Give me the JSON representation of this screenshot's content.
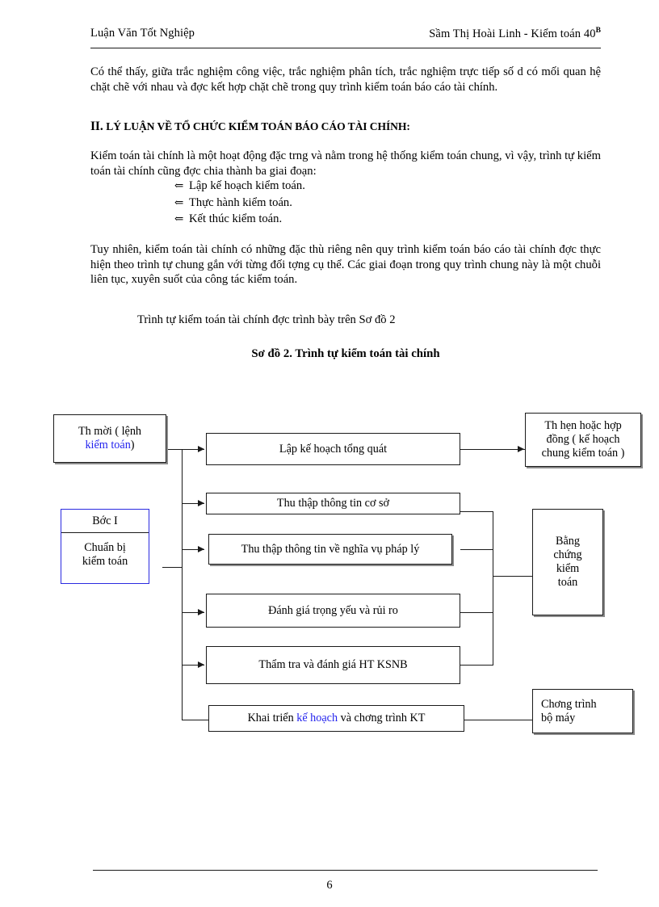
{
  "header": {
    "left": "Luận Văn Tốt Nghiệp",
    "right_name": "Sầm Thị Hoài Linh - Kiểm toán 40",
    "right_sup": "B"
  },
  "body": {
    "para_1": "Có thể thấy, giữa trắc nghiệm công việc, trắc nghiệm phân tích, trắc nghiệm trực tiếp số d   có mối quan hệ chặt chẽ với nhau và đợc   kết hợp chặt chẽ trong quy trình kiểm toán báo cáo tài chính.",
    "heading_2_numeral": "II.",
    "heading_2_text": "LÝ LUẬN VỀ TỔ CHỨC KIỂM TOÁN BÁO CÁO TÀI CHÍNH:",
    "para_2": "Kiểm toán tài chính là một hoạt động đặc trng   và nằm trong hệ thống kiểm toán chung, vì vậy, trình tự kiểm toán tài chính cũng đợc   chia thành ba giai đoạn:",
    "bullet_mark": "⇐",
    "bullets": [
      "Lập kế hoạch kiểm toán.",
      "Thực hành kiểm toán.",
      "Kết thúc kiểm toán."
    ],
    "para_3": "Tuy nhiên, kiểm toán tài chính có những đặc thù riêng nên quy trình kiểm toán báo cáo tài chính đợc   thực hiện theo trình tự chung gắn với từng đối tợng   cụ thể. Các giai đoạn trong quy trình chung này là một chuỗi liên tục, xuyên suốt của công tác kiểm toán.",
    "para_4": "Trình tự kiểm toán tài chính đợc   trình bày trên Sơ đồ 2",
    "figure_title": "Sơ đồ 2. Trình tự kiểm toán tài chính"
  },
  "diagram": {
    "box_invite": {
      "line1": "Th   mời ( lệnh",
      "line2_blue": "kiểm toán",
      "line2_tail": ")"
    },
    "box_step": {
      "title": "Bớc   I",
      "body_line1": "Chuẩn bị",
      "body_line2": "kiểm toán"
    },
    "center_boxes": [
      {
        "label": "Lập kế hoạch tổng quát"
      },
      {
        "label": "Thu thập thông tin  cơ sở"
      },
      {
        "label": "Thu thập thông tin về nghĩa vụ pháp lý"
      },
      {
        "label": "Đánh giá trọng yếu và rủi ro"
      },
      {
        "label": "Thẩm tra và đánh giá HT KSNB"
      }
    ],
    "box_deploy": {
      "pre": "Khai triển ",
      "blue": "kế hoạch",
      "post": " và chơng   trình KT"
    },
    "box_contract": {
      "line1": "Th   hẹn hoặc hợp",
      "line2": "đồng ( kế hoạch",
      "line3": "chung kiểm toán )"
    },
    "box_evidence": {
      "line1": "Bằng",
      "line2": "chứng",
      "line3": "kiểm",
      "line4": "toán"
    },
    "box_program": {
      "line1": "Chơng    trình",
      "line2": "bộ máy"
    }
  },
  "footer": {
    "page_number": "6"
  },
  "colors": {
    "ink": "#1a1a1a",
    "blue_text": "#2323ee",
    "blue_border": "#2a2ae0"
  }
}
